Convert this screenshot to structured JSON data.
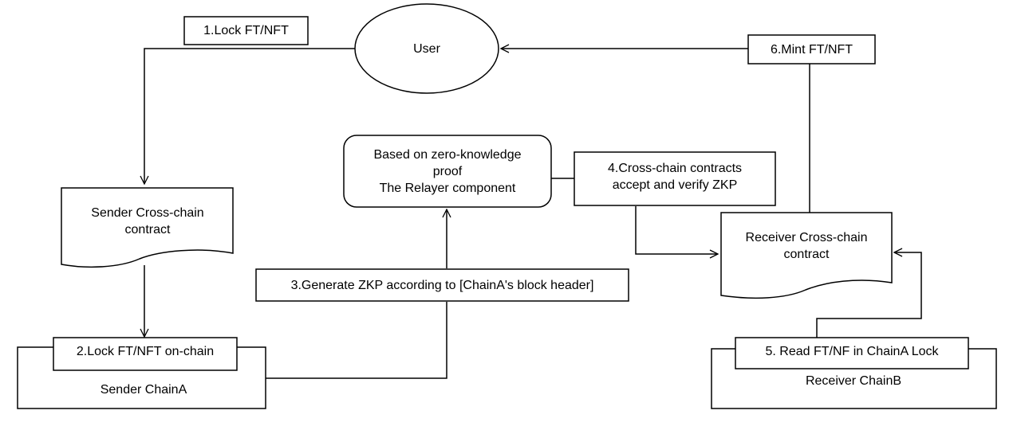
{
  "nodes": {
    "user": "User",
    "sender_contract": "Sender Cross-chain\ncontract",
    "sender_chain": "Sender ChainA",
    "relayer": "Based on zero-knowledge\nproof\nThe Relayer component",
    "receiver_contract": "Receiver Cross-chain\ncontract",
    "receiver_chain": "Receiver ChainB"
  },
  "steps": {
    "s1": "1.Lock FT/NFT",
    "s2": "2.Lock FT/NFT on-chain",
    "s3": "3.Generate ZKP according to [ChainA's block header]",
    "s4": "4.Cross-chain contracts\naccept and verify ZKP",
    "s5": "5. Read FT/NF in ChainA Lock",
    "s6": "6.Mint FT/NFT"
  }
}
